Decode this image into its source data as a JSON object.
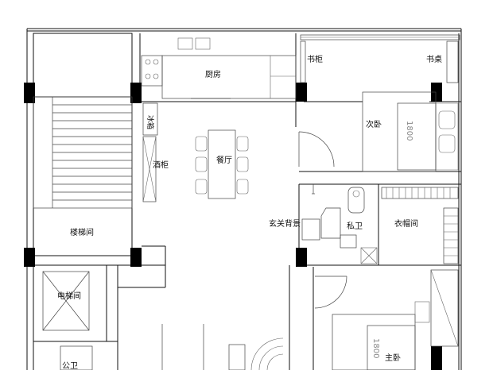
{
  "rooms": {
    "kitchen": "厨房",
    "bookshelf": "书柜",
    "desk": "书桌",
    "fridge": "冰箱",
    "wine_cabinet": "酒柜",
    "dining": "餐厅",
    "second_bedroom": "次卧",
    "stairwell": "楼梯间",
    "foyer_wall": "玄关背景",
    "private_bath": "私卫",
    "cloakroom": "衣帽间",
    "elevator": "电梯间",
    "public_bath": "公卫",
    "master_bedroom": "主卧"
  },
  "dimensions": {
    "bed_second": "1800",
    "bed_master": "1800"
  }
}
